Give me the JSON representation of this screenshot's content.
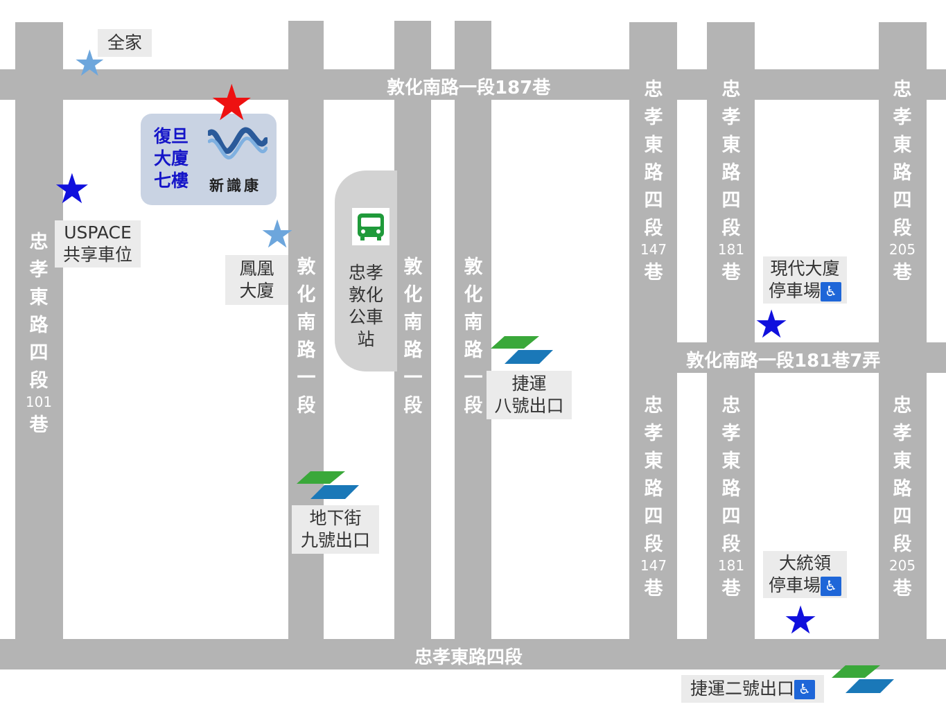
{
  "roads": {
    "top_horizontal": "敦化南路一段187巷",
    "middle_horizontal": "敦化南路一段181巷7弄",
    "bottom_horizontal": "忠孝東路四段",
    "left_vertical": {
      "text": "忠孝東路四段",
      "num": "101",
      "tail": "巷"
    },
    "dunhua_1": "敦化南路一段",
    "dunhua_2": "敦化南路一段",
    "dunhua_3": "敦化南路一段",
    "lane147": {
      "text": "忠孝東路四段",
      "num": "147",
      "tail": "巷"
    },
    "lane181": {
      "text": "忠孝東路四段",
      "num": "181",
      "tail": "巷"
    },
    "lane205": {
      "text": "忠孝東路四段",
      "num": "205",
      "tail": "巷"
    }
  },
  "places": {
    "familymart": "全家",
    "uspace": [
      "USPACE",
      "共享車位"
    ],
    "phoenix": [
      "鳳凰",
      "大廈"
    ],
    "bus_station": [
      "忠孝",
      "敦化",
      "公車",
      "站"
    ],
    "mrt_exit8": [
      "捷運",
      "八號出口"
    ],
    "underground_exit9": [
      "地下街",
      "九號出口"
    ],
    "modern_parking": [
      "現代大廈",
      "停車場"
    ],
    "president_parking": [
      "大統領",
      "停車場"
    ],
    "mrt_exit2": "捷運二號出口"
  },
  "destination": {
    "building": [
      "復旦",
      "大廈",
      "七樓"
    ],
    "company": "新識康"
  },
  "access_symbol": "♿",
  "colors": {
    "road": "#b4b4b4",
    "target_star": "#ee1111",
    "parking_star": "#1010dd",
    "landmark_star": "#6da6dc",
    "mrt_green": "#3aa83a",
    "mrt_blue": "#1a78b8",
    "bus_green": "#1f9a3a",
    "dest_text": "#1515c8"
  }
}
